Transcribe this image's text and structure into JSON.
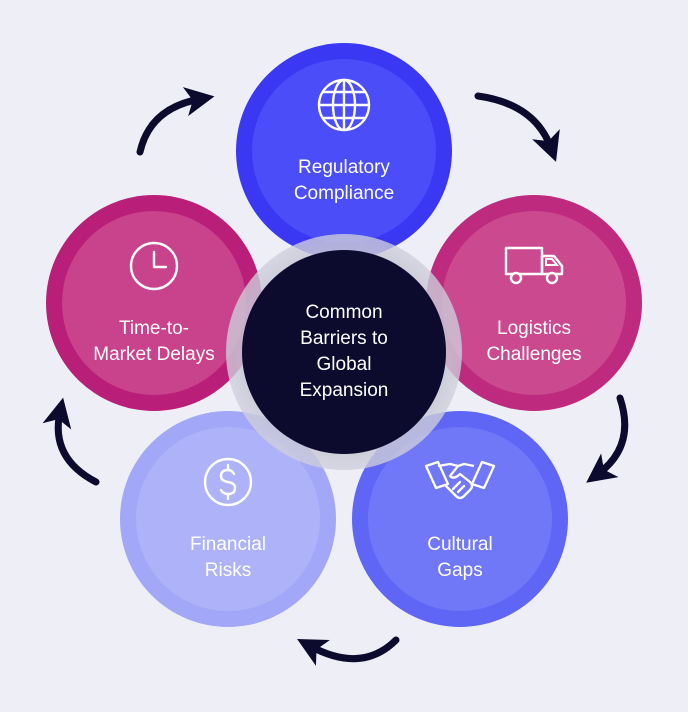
{
  "center": {
    "label": "Common\nBarriers to\nGlobal\nExpansion"
  },
  "nodes": [
    {
      "id": "regulatory",
      "label": "Regulatory\nCompliance",
      "icon": "globe-icon",
      "color": "#4A4DF8"
    },
    {
      "id": "logistics",
      "label": "Logistics\nChallenges",
      "icon": "truck-icon",
      "color": "#CB4A8F"
    },
    {
      "id": "cultural",
      "label": "Cultural\nGaps",
      "icon": "handshake-icon",
      "color": "#7178F8"
    },
    {
      "id": "financial",
      "label": "Financial\nRisks",
      "icon": "dollar-icon",
      "color": "#AEB2F8"
    },
    {
      "id": "time",
      "label": "Time-to-\nMarket Delays",
      "icon": "clock-icon",
      "color": "#C9428C"
    }
  ],
  "arrow_color": "#0C0B2E",
  "arrow_direction": "clockwise"
}
